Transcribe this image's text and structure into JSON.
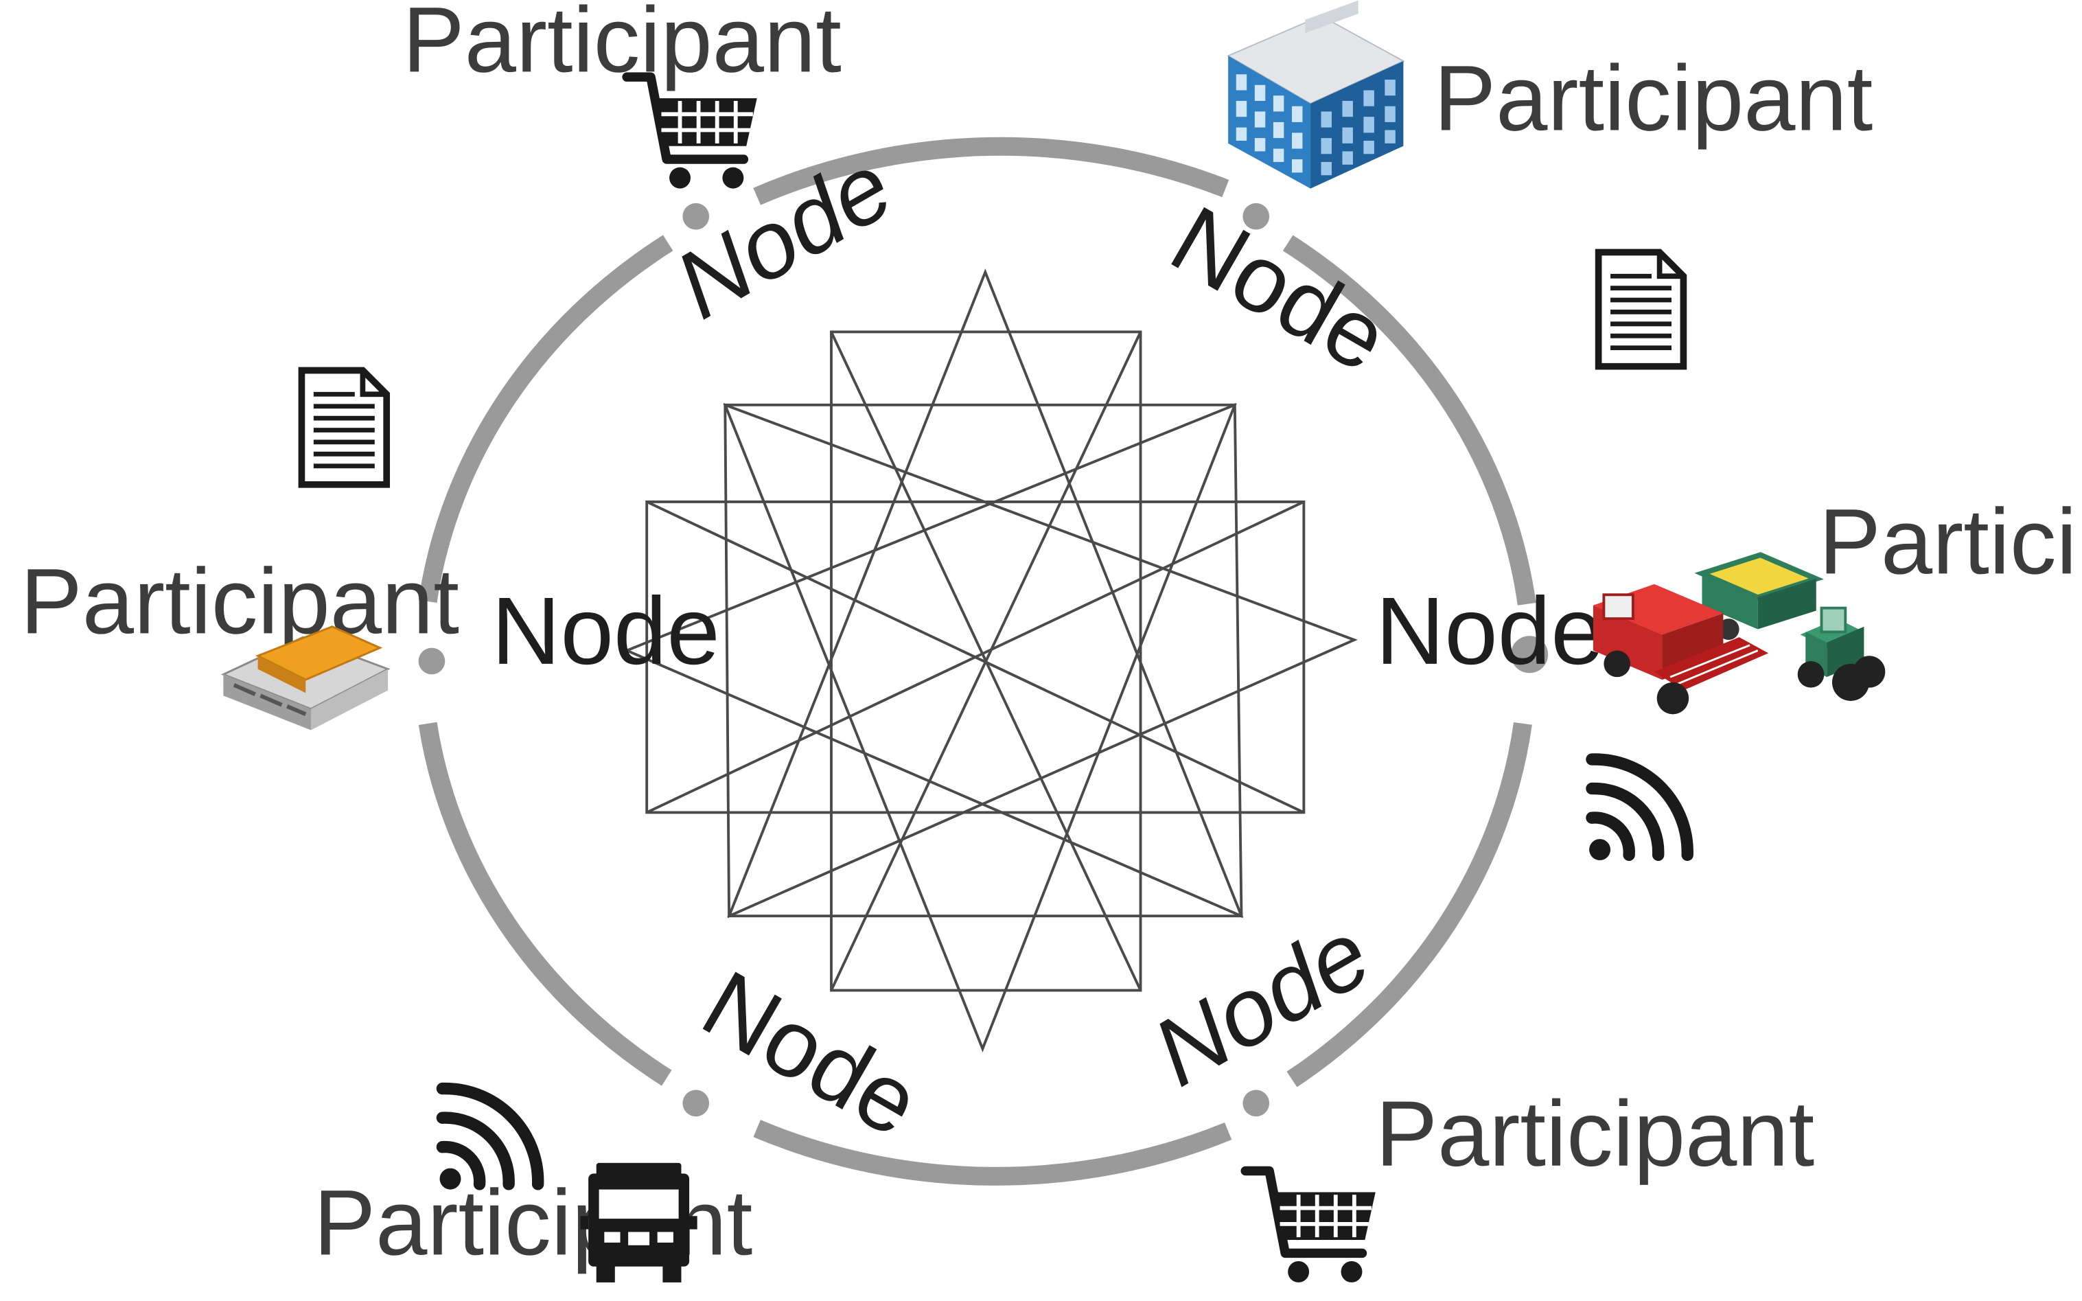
{
  "diagram": {
    "participant_label": "Participant",
    "node_label": "Node",
    "colors": {
      "ring": "#9a9a9a",
      "mesh": "#4a4a4a",
      "icon_dark": "#1a1a1a",
      "building": "#2f7fc4",
      "harvester": "#c62828",
      "tractor": "#2e7d5b",
      "grain": "#f2d640",
      "chip": "#f0a020"
    },
    "participants": [
      {
        "id": "top-left",
        "label": "Participant",
        "icon": "shopping-cart-icon"
      },
      {
        "id": "top-right",
        "label": "Participant",
        "icon": "office-building-icon"
      },
      {
        "id": "right",
        "label": "Participant",
        "icon": "farm-machinery-icon"
      },
      {
        "id": "bottom-right",
        "label": "Participant",
        "icon": "shopping-cart-icon"
      },
      {
        "id": "bottom-left",
        "label": "Participant",
        "icon": "delivery-truck-icon"
      },
      {
        "id": "left",
        "label": "Participant",
        "icon": "server-hardware-icon"
      }
    ],
    "nodes": [
      {
        "id": "top-left",
        "label": "Node",
        "italic": true
      },
      {
        "id": "top-right",
        "label": "Node",
        "italic": false
      },
      {
        "id": "right",
        "label": "Node",
        "italic": false
      },
      {
        "id": "bottom-right",
        "label": "Node",
        "italic": true
      },
      {
        "id": "bottom-left",
        "label": "Node",
        "italic": false
      },
      {
        "id": "left",
        "label": "Node",
        "italic": false
      }
    ],
    "decorations": [
      "document-icon",
      "document-icon",
      "wireless-signal-icon",
      "wireless-signal-icon"
    ]
  }
}
